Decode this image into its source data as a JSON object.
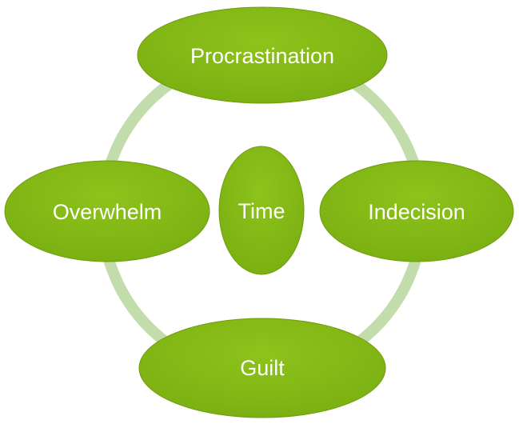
{
  "diagram": {
    "type": "cycle",
    "colors": {
      "node_fill": "#84b915",
      "node_stroke": "#6f9c0f",
      "ring": "#c2dcab",
      "text": "#ffffff",
      "background": "#ffffff"
    },
    "center": {
      "label": "Time"
    },
    "nodes": [
      {
        "label": "Procrastination"
      },
      {
        "label": "Indecision"
      },
      {
        "label": "Guilt"
      },
      {
        "label": "Overwhelm"
      }
    ]
  }
}
